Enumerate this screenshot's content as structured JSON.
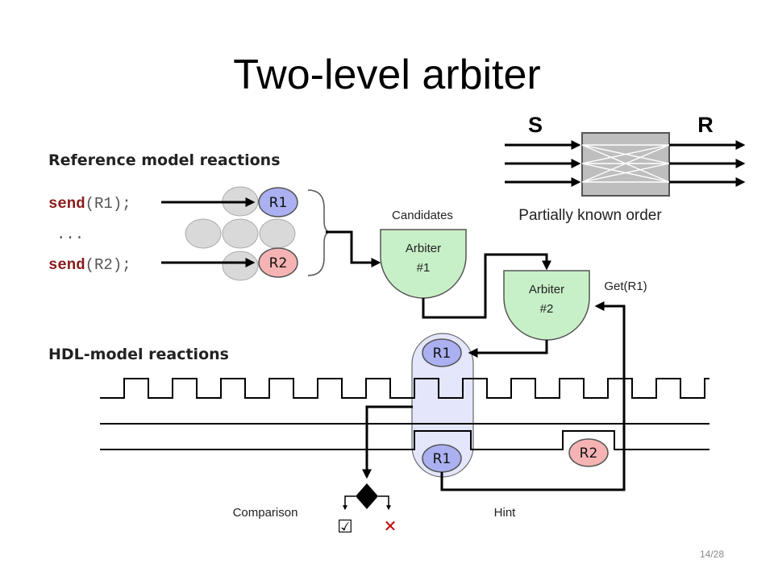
{
  "slide": {
    "title": "Two-level arbiter",
    "page_number": "14/28"
  },
  "reference": {
    "heading": "Reference model reactions",
    "send_keyword": "send",
    "line1_arg": "(R1);",
    "ellipsis": "...",
    "line2_arg": "(R2);",
    "token_r1": "R1",
    "token_r2": "R2"
  },
  "arbiters": {
    "candidates_label": "Candidates",
    "arbiter1_line1": "Arbiter",
    "arbiter1_line2": "#1",
    "arbiter2_line1": "Arbiter",
    "arbiter2_line2": "#2",
    "get_label": "Get(R1)"
  },
  "crossbar": {
    "s_label": "S",
    "r_label": "R",
    "caption": "Partially known order"
  },
  "hdl": {
    "heading": "HDL-model reactions",
    "token_r1_top": "R1",
    "token_r1_bottom": "R1",
    "token_r2": "R2",
    "comparison_label": "Comparison",
    "hint_label": "Hint",
    "check_glyph": "☑",
    "cross_glyph": "✕"
  },
  "colors": {
    "r1_fill": "#aab0f0",
    "r2_fill": "#f6b3b3",
    "arbiter_fill": "#c8f0c8",
    "window_fill": "#e4e6fb",
    "crossbar_fill": "#bebebe",
    "gray_token": "#d9d9d9",
    "keyword": "#8b1a1a"
  }
}
